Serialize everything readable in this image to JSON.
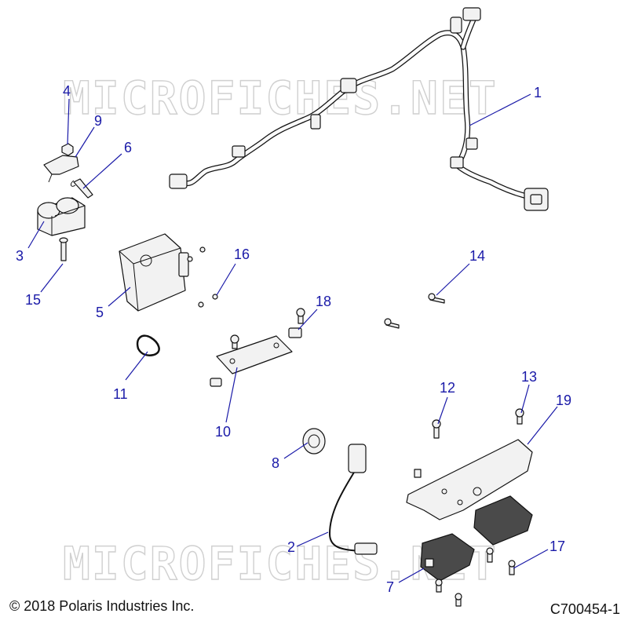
{
  "watermark": "MICROFICHES.NET",
  "copyright": "© 2018 Polaris Industries Inc.",
  "diagram_code": "C700454-1",
  "callouts": [
    "1",
    "2",
    "3",
    "4",
    "5",
    "6",
    "7",
    "8",
    "9",
    "10",
    "11",
    "12",
    "13",
    "14",
    "15",
    "16",
    "17",
    "18",
    "19"
  ],
  "colors": {
    "callout": "#1a1aa8",
    "line": "#111111",
    "watermark": "#d0d0d0"
  }
}
